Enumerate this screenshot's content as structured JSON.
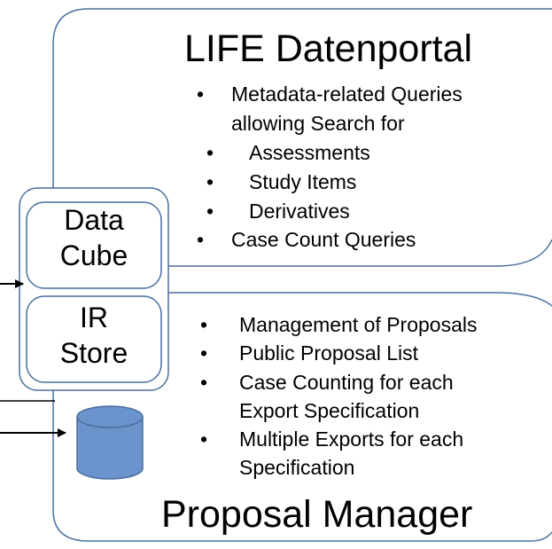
{
  "top_panel": {
    "title": "LIFE Datenportal",
    "items": [
      {
        "lines": [
          "Metadata-related Queries",
          "allowing Search for"
        ]
      },
      {
        "lines": [
          "Assessments"
        ]
      },
      {
        "lines": [
          "Study Items"
        ]
      },
      {
        "lines": [
          "Derivatives"
        ]
      },
      {
        "lines": [
          "Case Count Queries"
        ]
      }
    ]
  },
  "bottom_panel": {
    "title": "Proposal Manager",
    "items": [
      {
        "lines": [
          "Management of Proposals"
        ]
      },
      {
        "lines": [
          "Public Proposal List"
        ]
      },
      {
        "lines": [
          "Case Counting for each",
          "Export Specification"
        ]
      },
      {
        "lines": [
          "Multiple Exports for each",
          "Specification"
        ]
      }
    ]
  },
  "components": {
    "data_cube": {
      "lines": [
        "Data",
        "Cube"
      ]
    },
    "ir_store": {
      "lines": [
        "IR",
        "Store"
      ]
    }
  },
  "bullet_char": "•",
  "colors": {
    "stroke": "#4a6f9e",
    "cylinder_fill": "#6b93cc",
    "cylinder_stroke": "#4a6f9e",
    "arrow": "#000000"
  }
}
